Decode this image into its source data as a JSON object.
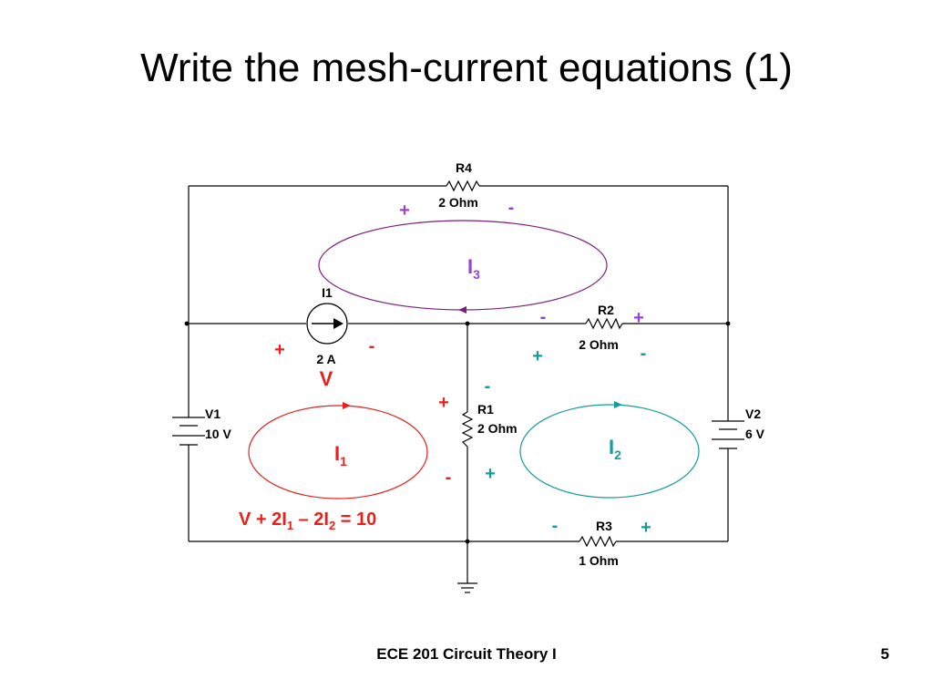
{
  "slide": {
    "title": "Write the mesh-current equations (1)",
    "footer_course": "ECE 201 Circuit Theory I",
    "page_number": "5"
  },
  "colors": {
    "mesh1": "#e8201c",
    "mesh2": "#159b9b",
    "mesh3": "#9b3fd6",
    "loop3_line": "#7a1f7a",
    "wire": "#000000"
  },
  "components": {
    "R4": {
      "name": "R4",
      "value": "2 Ohm"
    },
    "R2": {
      "name": "R2",
      "value": "2 Ohm"
    },
    "R1": {
      "name": "R1",
      "value": "2 Ohm"
    },
    "R3": {
      "name": "R3",
      "value": "1 Ohm"
    },
    "I1": {
      "name": "I1",
      "value": "2 A"
    },
    "V1": {
      "name": "V1",
      "value": "10 V"
    },
    "V2": {
      "name": "V2",
      "value": "6 V"
    }
  },
  "meshes": {
    "m1": {
      "letter": "I",
      "sub": "1"
    },
    "m2": {
      "letter": "I",
      "sub": "2"
    },
    "m3": {
      "letter": "I",
      "sub": "3"
    }
  },
  "source_voltage_label": "V",
  "signs": {
    "plus": "+",
    "minus": "-"
  },
  "equation": {
    "a": "V + 2I",
    "a_sub": "1",
    "b": " – 2I",
    "b_sub": "2",
    "c": " = 10"
  }
}
